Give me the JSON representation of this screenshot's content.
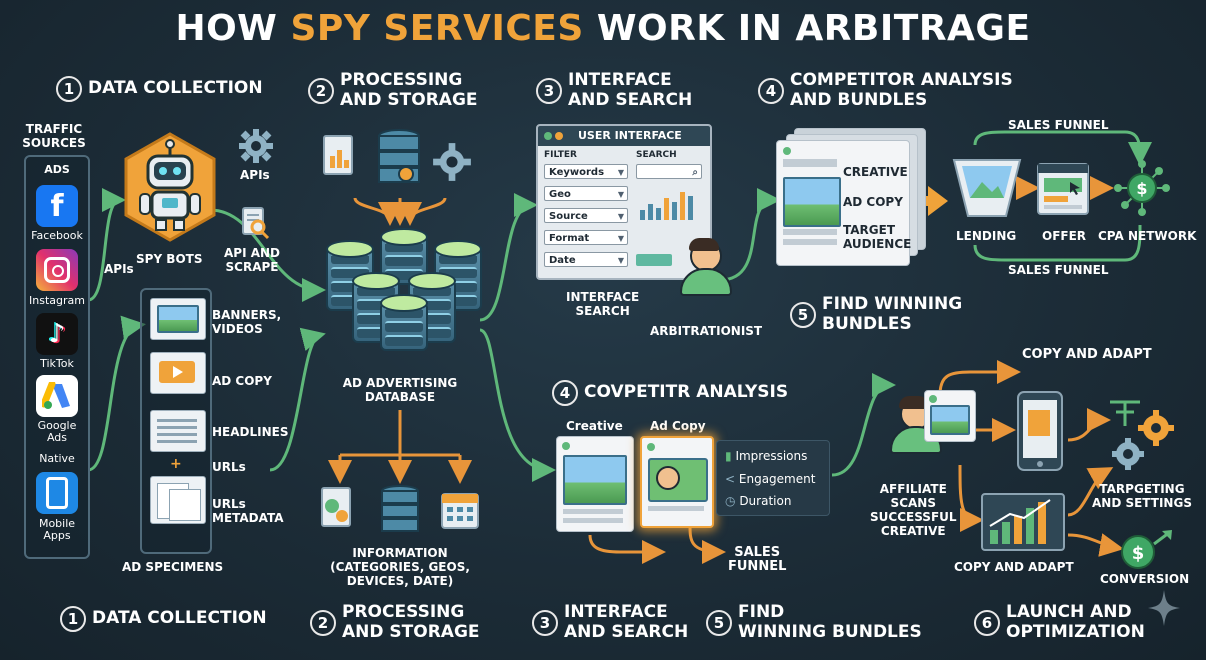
{
  "title": {
    "part1": "HOW ",
    "accent": "SPY SERVICES",
    "part2": " WORK IN ARBITRAGE"
  },
  "sections": {
    "s1": {
      "num": "1",
      "label": "DATA COLLECTION"
    },
    "s2": {
      "num": "2",
      "label1": "PROCESSING",
      "label2": "AND STORAGE"
    },
    "s3": {
      "num": "3",
      "label1": "INTERFACE",
      "label2": "AND SEARCH"
    },
    "s4": {
      "num": "4",
      "label1": "COMPETITOR ANALYSIS",
      "label2": "AND BUNDLES"
    },
    "s4b": {
      "num": "4",
      "label": "COVPETITR ANALYSIS"
    },
    "s5": {
      "num": "5",
      "label1": "FIND WINNING",
      "label2": "BUNDLES"
    }
  },
  "bottom": [
    {
      "num": "1",
      "label1": "DATA COLLECTION",
      "label2": ""
    },
    {
      "num": "2",
      "label1": "PROCESSING",
      "label2": "AND STORAGE"
    },
    {
      "num": "3",
      "label1": "INTERFACE",
      "label2": "AND SEARCH"
    },
    {
      "num": "5",
      "label1": "FIND",
      "label2": "WINNING BUNDLES"
    },
    {
      "num": "6",
      "label1": "LAUNCH AND",
      "label2": "OPTIMIZATION"
    }
  ],
  "traffic": {
    "heading1": "TRAFFIC",
    "heading2": "SOURCES",
    "ads": "ADS",
    "sources": [
      {
        "label": "Facebook",
        "icon": "facebook-icon"
      },
      {
        "label": "Instagram",
        "icon": "instagram-icon"
      },
      {
        "label": "TikTok",
        "icon": "tiktok-icon"
      },
      {
        "label": "Google",
        "label2": "Ads",
        "icon": "google-ads-icon"
      },
      {
        "label": "Native",
        "icon": "none"
      },
      {
        "label": "Mobile",
        "label2": "Apps",
        "icon": "mobile-icon"
      }
    ]
  },
  "collection": {
    "apis_left": "APIs",
    "spy_bots": "SPY BOTS",
    "apis_right": "APIs",
    "api_scrape1": "API AND",
    "api_scrape2": "SCRAPE",
    "specimens": "AD SPECIMENS",
    "spec_items": [
      {
        "l1": "BANNERS,",
        "l2": "VIDEOS"
      },
      {
        "l1": "AD COPY",
        "l2": ""
      },
      {
        "l1": "HEADLINES",
        "l2": ""
      },
      {
        "l1": "URLs",
        "l2": ""
      },
      {
        "l1": "URLs",
        "l2": "METADATA"
      }
    ]
  },
  "storage": {
    "db1": "AD ADVERTISING",
    "db2": "DATABASE",
    "info1": "INFORMATION",
    "info2": "(CATEGORIES, GEOS,",
    "info3": "DEVICES, DATE)"
  },
  "ui": {
    "header": "USER INTERFACE",
    "filter": "FILTER",
    "search": "SEARCH",
    "fields": [
      "Keywords",
      "Geo",
      "Source",
      "Format",
      "Date"
    ],
    "iface1": "INTERFACE",
    "iface2": "SEARCH",
    "arbitrationist": "ARBITRATIONIST"
  },
  "competitor": {
    "creative": "CREATIVE",
    "adcopy": "AD COPY",
    "target1": "TARGET",
    "target2": "AUDIENCE",
    "funnel_top": "SALES FUNNEL",
    "funnel_bottom": "SALES FUNNEL",
    "lending": "LENDING",
    "offer": "OFFER",
    "cpa": "CPA NETWORK"
  },
  "analysis": {
    "creative": "Creative",
    "adcopy": "Ad Copy",
    "impressions": "Impressions",
    "engagement": "Engagement",
    "duration": "Duration",
    "funnel1": "SALES",
    "funnel2": "FUNNEL"
  },
  "launch": {
    "copy_top": "COPY AND ADAPT",
    "aff1": "AFFILIATE",
    "aff2": "SCANS",
    "aff3": "SUCCESSFUL",
    "aff4": "CREATIVE",
    "copy_bottom": "COPY AND ADAPT",
    "target1": "TARPGETING",
    "target2": "AND SETTINGS",
    "conversion": "CONVERSION"
  },
  "colors": {
    "accent": "#f0a33a",
    "green_arrow": "#5fb87a",
    "orange_arrow": "#e8953a",
    "bg": "#1c2c37"
  }
}
